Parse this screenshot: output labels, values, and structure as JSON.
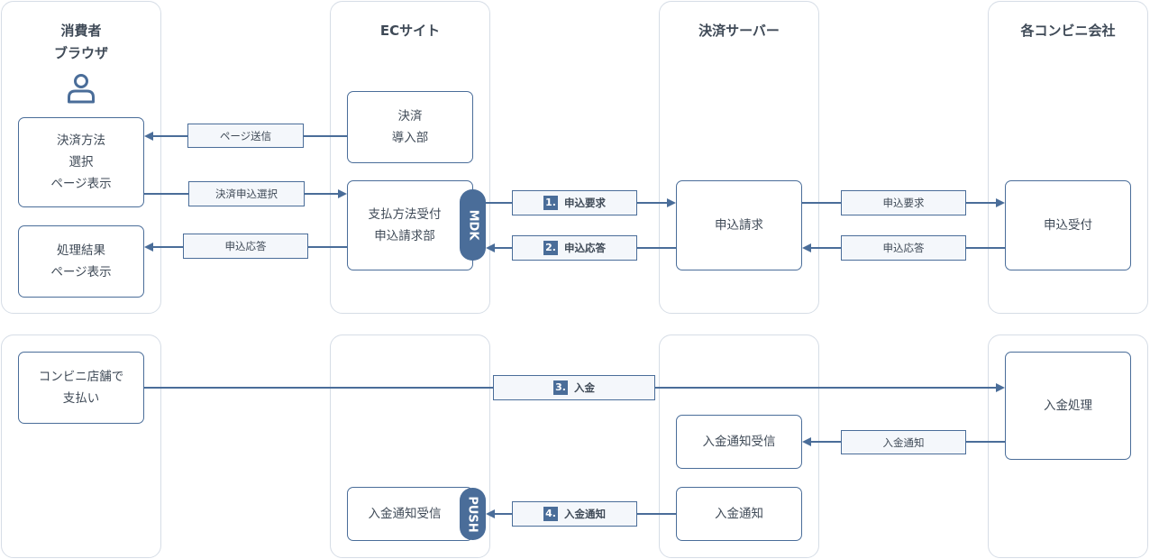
{
  "colors": {
    "accent": "#4a6d99",
    "lane_border": "#d6dde6",
    "label_bg": "#f4f7fb",
    "text": "#3f4a57"
  },
  "lanes": {
    "consumer": {
      "title": "消費者\nブラウザ",
      "icon": "user-icon"
    },
    "ec": {
      "title": "ECサイト"
    },
    "server": {
      "title": "決済サーバー"
    },
    "cvs": {
      "title": "各コンビニ会社"
    }
  },
  "nodes": {
    "payment_select": "決済方法\n選択\nページ表示",
    "result_page": "処理結果\nページ表示",
    "payment_intro": "決済\n導入部",
    "payment_accept": "支払方法受付\n申込請求部",
    "apply_request": "申込請求",
    "apply_receive": "申込受付",
    "store_payment": "コンビニ店舗で\n支払い",
    "deposit_process": "入金処理",
    "deposit_notice_recv_server": "入金通知受信",
    "deposit_notice_server": "入金通知",
    "deposit_notice_recv_ec": "入金通知受信"
  },
  "connectors": {
    "mdk": "MDK",
    "push": "PUSH"
  },
  "arrows": {
    "page_send": "ページ送信",
    "payment_apply_select": "決済申込選択",
    "apply_response_consumer": "申込応答",
    "step1": {
      "num": "1.",
      "label": "申込要求"
    },
    "step2": {
      "num": "2.",
      "label": "申込応答"
    },
    "cvs_apply_request": "申込要求",
    "cvs_apply_response": "申込応答",
    "step3": {
      "num": "3.",
      "label": "入金"
    },
    "cvs_deposit_notice": "入金通知",
    "step4": {
      "num": "4.",
      "label": "入金通知"
    }
  }
}
